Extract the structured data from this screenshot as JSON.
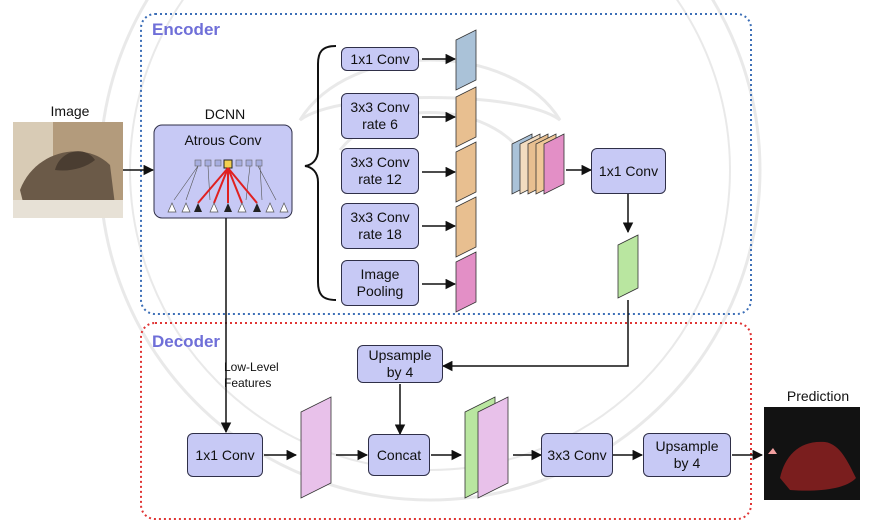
{
  "colors": {
    "box_fill": "#c7c9f5",
    "encoder_border": "#3d6fb7",
    "decoder_border": "#e03535",
    "label_blue": "#6f6fd8",
    "watermark": "#bdbdbd"
  },
  "encoder": {
    "label": "Encoder",
    "input_label": "Image",
    "backbone_title": "DCNN",
    "backbone_block": "Atrous Conv",
    "aspp_branches": [
      {
        "line1": "1x1 Conv",
        "line2": "",
        "feature_color": "#aac2d8"
      },
      {
        "line1": "3x3 Conv",
        "line2": "rate 6",
        "feature_color": "#e8bf90"
      },
      {
        "line1": "3x3 Conv",
        "line2": "rate 12",
        "feature_color": "#e8bf90"
      },
      {
        "line1": "3x3 Conv",
        "line2": "rate 18",
        "feature_color": "#e8bf90"
      },
      {
        "line1": "Image",
        "line2": "Pooling",
        "feature_color": "#e38fc6"
      }
    ],
    "concat_conv": "1x1 Conv",
    "output_feature_color": "#b9e6a0"
  },
  "decoder": {
    "label": "Decoder",
    "upsample_1": [
      "Upsample",
      "by 4"
    ],
    "low_level_label": [
      "Low-Level",
      "Features"
    ],
    "low_level_conv": "1x1 Conv",
    "concat": "Concat",
    "refine_conv": "3x3 Conv",
    "upsample_2": [
      "Upsample",
      "by 4"
    ],
    "output_label": "Prediction",
    "low_level_feature_color": "#e8c1ea",
    "concat_colors": [
      "#b9e6a0",
      "#e8c1ea"
    ]
  }
}
